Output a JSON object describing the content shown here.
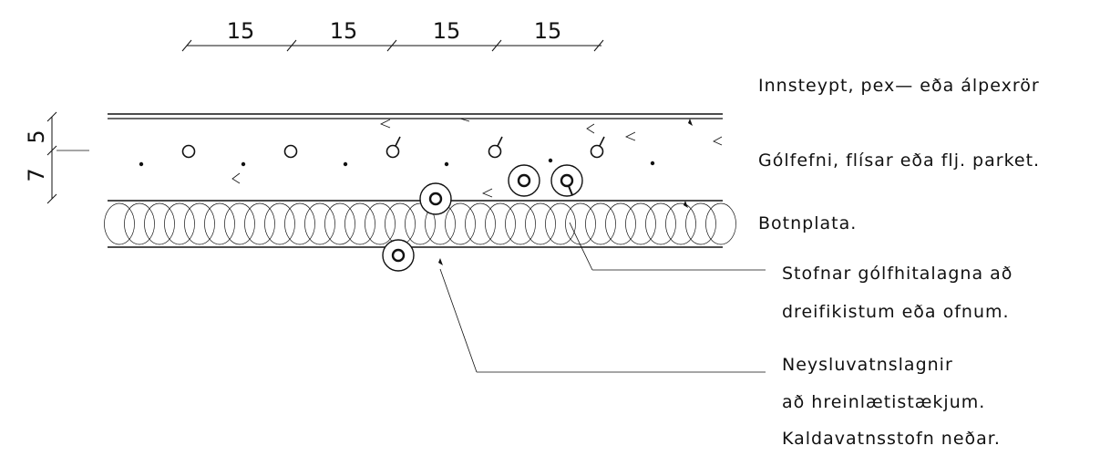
{
  "dimensions": {
    "horizontal": [
      "15",
      "15",
      "15",
      "15"
    ],
    "vertical": [
      "7",
      "5"
    ]
  },
  "labels": {
    "pipes_embedded": "Innsteypt, pex— eða álpexrör",
    "floor_material": "Gólfefni, flísar eða flj. parket.",
    "base_slab": "Botnplata.",
    "main_line_1": "Stofnar gólfhitalagna að",
    "main_line_2": "dreifikistum eða ofnum.",
    "water_line_1": "Neysluvatnslagnir",
    "water_line_2": "að hreinlætistækjum.",
    "water_line_3": "Kaldavatnsstofn neðar."
  },
  "colors": {
    "ink": "#111111",
    "background": "#ffffff"
  }
}
